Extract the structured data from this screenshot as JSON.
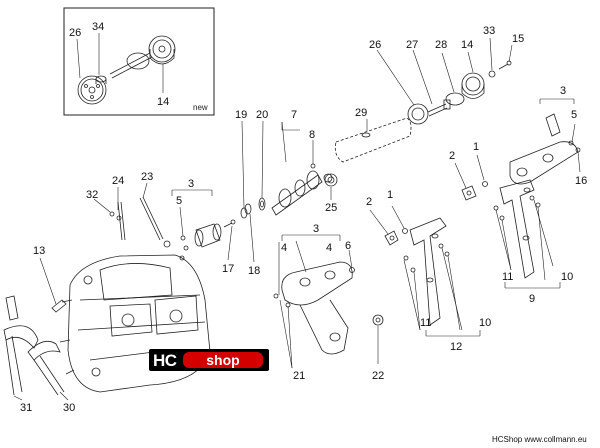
{
  "inset": {
    "new_label": "new"
  },
  "callouts": [
    "26",
    "34",
    "14",
    "33",
    "15",
    "26",
    "27",
    "28",
    "14",
    "3",
    "5",
    "16",
    "1",
    "2",
    "19",
    "20",
    "7",
    "8",
    "29",
    "24",
    "23",
    "32",
    "3",
    "5",
    "25",
    "17",
    "18",
    "3",
    "4",
    "6",
    "4",
    "2",
    "1",
    "13",
    "11",
    "10",
    "9",
    "11",
    "12",
    "10",
    "21",
    "22",
    "31",
    "30"
  ],
  "watermark": {
    "brand_left": "HC",
    "brand_right": "shop"
  },
  "footer": {
    "text": "HCShop www.collmann.eu"
  }
}
